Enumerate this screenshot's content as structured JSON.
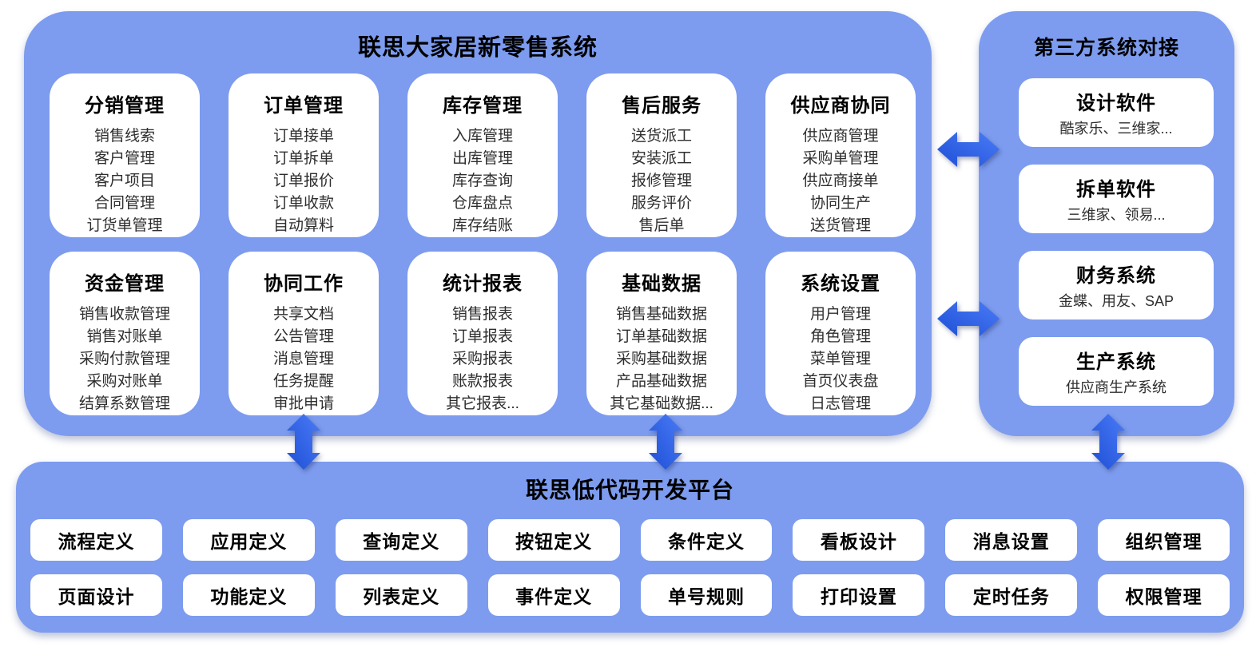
{
  "colors": {
    "panel_blue": "#7d9cef",
    "card_white": "#ffffff",
    "arrow_blue_dark": "#1e4fd6",
    "arrow_blue_light": "#4a7bf7",
    "heading_text": "#000000",
    "item_text": "#2e2e2e"
  },
  "icons": {
    "horizontal_link": "double-arrow-horizontal-icon",
    "vertical_link": "double-arrow-vertical-icon"
  },
  "main_system": {
    "title": "联思大家居新零售系统",
    "modules": [
      {
        "title": "分销管理",
        "items": [
          "销售线索",
          "客户管理",
          "客户项目",
          "合同管理",
          "订货单管理"
        ]
      },
      {
        "title": "订单管理",
        "items": [
          "订单接单",
          "订单拆单",
          "订单报价",
          "订单收款",
          "自动算料"
        ]
      },
      {
        "title": "库存管理",
        "items": [
          "入库管理",
          "出库管理",
          "库存查询",
          "仓库盘点",
          "库存结账"
        ]
      },
      {
        "title": "售后服务",
        "items": [
          "送货派工",
          "安装派工",
          "报修管理",
          "服务评价",
          "售后单"
        ]
      },
      {
        "title": "供应商协同",
        "items": [
          "供应商管理",
          "采购单管理",
          "供应商接单",
          "协同生产",
          "送货管理"
        ]
      },
      {
        "title": "资金管理",
        "items": [
          "销售收款管理",
          "销售对账单",
          "采购付款管理",
          "采购对账单",
          "结算系数管理"
        ]
      },
      {
        "title": "协同工作",
        "items": [
          "共享文档",
          "公告管理",
          "消息管理",
          "任务提醒",
          "审批申请"
        ]
      },
      {
        "title": "统计报表",
        "items": [
          "销售报表",
          "订单报表",
          "采购报表",
          "账款报表",
          "其它报表..."
        ]
      },
      {
        "title": "基础数据",
        "items": [
          "销售基础数据",
          "订单基础数据",
          "采购基础数据",
          "产品基础数据",
          "其它基础数据..."
        ]
      },
      {
        "title": "系统设置",
        "items": [
          "用户管理",
          "角色管理",
          "菜单管理",
          "首页仪表盘",
          "日志管理"
        ]
      }
    ]
  },
  "third_party": {
    "title": "第三方系统对接",
    "systems": [
      {
        "title": "设计软件",
        "subtitle": "酷家乐、三维家..."
      },
      {
        "title": "拆单软件",
        "subtitle": "三维家、领易..."
      },
      {
        "title": "财务系统",
        "subtitle": "金蝶、用友、SAP"
      },
      {
        "title": "生产系统",
        "subtitle": "供应商生产系统"
      }
    ]
  },
  "platform": {
    "title": "联思低代码开发平台",
    "items": [
      "流程定义",
      "应用定义",
      "查询定义",
      "按钮定义",
      "条件定义",
      "看板设计",
      "消息设置",
      "组织管理",
      "页面设计",
      "功能定义",
      "列表定义",
      "事件定义",
      "单号规则",
      "打印设置",
      "定时任务",
      "权限管理"
    ]
  }
}
